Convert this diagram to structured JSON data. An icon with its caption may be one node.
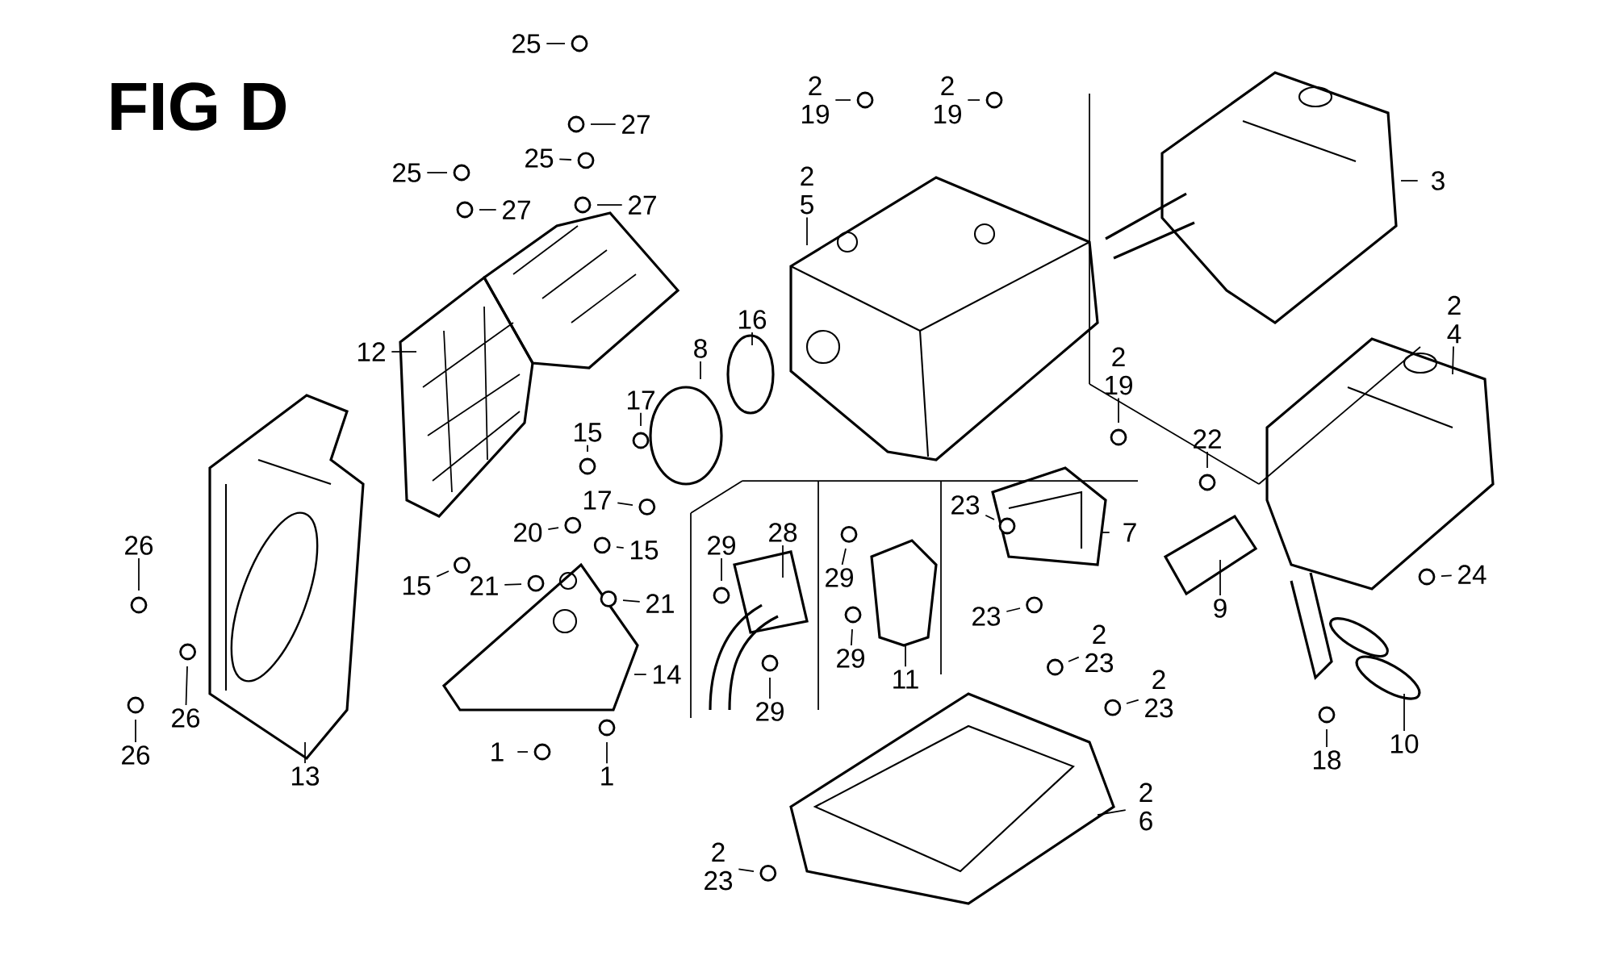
{
  "diagram": {
    "title": "FIG D",
    "nodes": [
      {
        "text": [
          "25"
        ]
      },
      {
        "text": [
          "27"
        ]
      },
      {
        "text": [
          "25"
        ]
      },
      {
        "text": [
          "25"
        ]
      },
      {
        "text": [
          "27"
        ]
      },
      {
        "text": [
          "27"
        ]
      },
      {
        "text": [
          "12"
        ]
      },
      {
        "text": [
          "8"
        ]
      },
      {
        "text": [
          "16"
        ]
      },
      {
        "text": [
          "17"
        ]
      },
      {
        "text": [
          "15"
        ]
      },
      {
        "text": [
          "17"
        ]
      },
      {
        "text": [
          "20"
        ]
      },
      {
        "text": [
          "15"
        ]
      },
      {
        "text": [
          "15"
        ]
      },
      {
        "text": [
          "21"
        ]
      },
      {
        "text": [
          "21"
        ]
      },
      {
        "text": [
          "14"
        ]
      },
      {
        "text": [
          "1"
        ]
      },
      {
        "text": [
          "1"
        ]
      },
      {
        "text": [
          "26"
        ]
      },
      {
        "text": [
          "26"
        ]
      },
      {
        "text": [
          "26"
        ]
      },
      {
        "text": [
          "13"
        ]
      },
      {
        "text": [
          "2 19"
        ]
      },
      {
        "text": [
          "2 19"
        ]
      },
      {
        "text": [
          "2 5"
        ]
      },
      {
        "text": [
          "3"
        ]
      },
      {
        "text": [
          "2 4"
        ]
      },
      {
        "text": [
          "2 19"
        ]
      },
      {
        "text": [
          "22"
        ]
      },
      {
        "text": [
          "9"
        ]
      },
      {
        "text": [
          "24"
        ]
      },
      {
        "text": [
          "18"
        ]
      },
      {
        "text": [
          "10"
        ]
      },
      {
        "text": [
          "7"
        ]
      },
      {
        "text": [
          "23"
        ]
      },
      {
        "text": [
          "23"
        ]
      },
      {
        "text": [
          "29"
        ]
      },
      {
        "text": [
          "28"
        ]
      },
      {
        "text": [
          "29"
        ]
      },
      {
        "text": [
          "29"
        ]
      },
      {
        "text": [
          "29"
        ]
      },
      {
        "text": [
          "11"
        ]
      },
      {
        "text": [
          "2 23"
        ]
      },
      {
        "text": [
          "2 23"
        ]
      },
      {
        "text": [
          "2 6"
        ]
      },
      {
        "text": [
          "2 23"
        ]
      }
    ],
    "edges": [
      {
        "from": 0,
        "to": null,
        "arrow": "none"
      },
      {
        "from": 1,
        "to": null,
        "arrow": "none"
      },
      {
        "from": 2,
        "to": null,
        "arrow": "none"
      },
      {
        "from": 3,
        "to": null,
        "arrow": "none"
      },
      {
        "from": 4,
        "to": null,
        "arrow": "none"
      },
      {
        "from": 5,
        "to": null,
        "arrow": "none"
      },
      {
        "from": 6,
        "to": null,
        "arrow": "none"
      },
      {
        "from": 7,
        "to": null,
        "arrow": "none"
      },
      {
        "from": 8,
        "to": null,
        "arrow": "none"
      },
      {
        "from": 9,
        "to": null,
        "arrow": "none"
      },
      {
        "from": 10,
        "to": null,
        "arrow": "none"
      },
      {
        "from": 11,
        "to": null,
        "arrow": "none"
      },
      {
        "from": 12,
        "to": null,
        "arrow": "none"
      },
      {
        "from": 13,
        "to": null,
        "arrow": "none"
      },
      {
        "from": 14,
        "to": null,
        "arrow": "none"
      },
      {
        "from": 15,
        "to": null,
        "arrow": "none"
      },
      {
        "from": 16,
        "to": null,
        "arrow": "none"
      },
      {
        "from": 17,
        "to": null,
        "arrow": "none"
      },
      {
        "from": 18,
        "to": null,
        "arrow": "none"
      },
      {
        "from": 19,
        "to": null,
        "arrow": "none"
      },
      {
        "from": 20,
        "to": null,
        "arrow": "none"
      },
      {
        "from": 21,
        "to": null,
        "arrow": "none"
      },
      {
        "from": 22,
        "to": null,
        "arrow": "none"
      },
      {
        "from": 23,
        "to": null,
        "arrow": "none"
      },
      {
        "from": 24,
        "to": null,
        "arrow": "none"
      },
      {
        "from": 25,
        "to": null,
        "arrow": "none"
      },
      {
        "from": 26,
        "to": null,
        "arrow": "none"
      },
      {
        "from": 27,
        "to": null,
        "arrow": "none"
      },
      {
        "from": 28,
        "to": null,
        "arrow": "none"
      },
      {
        "from": 29,
        "to": null,
        "arrow": "none"
      },
      {
        "from": 30,
        "to": null,
        "arrow": "none"
      },
      {
        "from": 31,
        "to": null,
        "arrow": "none"
      },
      {
        "from": 32,
        "to": null,
        "arrow": "none"
      },
      {
        "from": 33,
        "to": null,
        "arrow": "none"
      },
      {
        "from": 34,
        "to": null,
        "arrow": "none"
      },
      {
        "from": 35,
        "to": null,
        "arrow": "none"
      },
      {
        "from": 36,
        "to": null,
        "arrow": "none"
      },
      {
        "from": 37,
        "to": null,
        "arrow": "none"
      },
      {
        "from": 38,
        "to": null,
        "arrow": "none"
      },
      {
        "from": 39,
        "to": null,
        "arrow": "none"
      },
      {
        "from": 40,
        "to": null,
        "arrow": "none"
      },
      {
        "from": 41,
        "to": null,
        "arrow": "none"
      },
      {
        "from": 42,
        "to": null,
        "arrow": "none"
      },
      {
        "from": 43,
        "to": null,
        "arrow": "none"
      },
      {
        "from": 44,
        "to": null,
        "arrow": "none"
      },
      {
        "from": 45,
        "to": null,
        "arrow": "none"
      },
      {
        "from": 46,
        "to": null,
        "arrow": "none"
      },
      {
        "from": 47,
        "to": null,
        "arrow": "none"
      }
    ]
  }
}
